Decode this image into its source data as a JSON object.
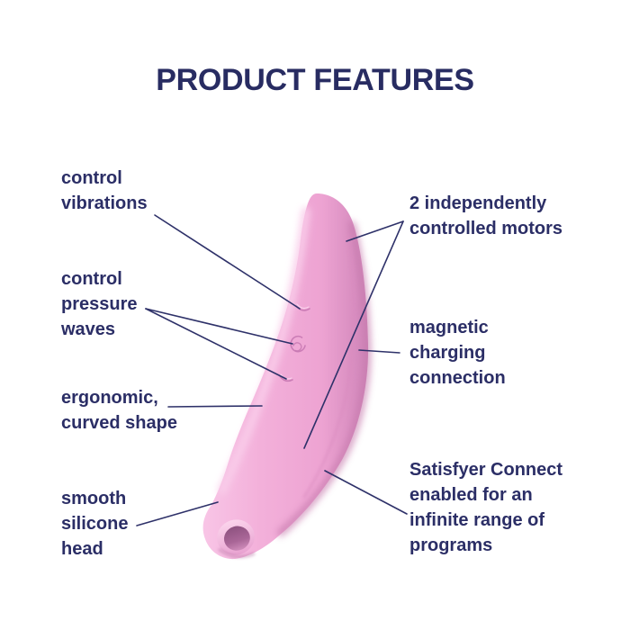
{
  "title": "PRODUCT FEATURES",
  "colors": {
    "text_navy": "#2b2e66",
    "title_navy": "#282c62",
    "background": "#ffffff",
    "connector_line": "#2e3169",
    "device_pink_main": "#f2abd7",
    "device_pink_light": "#f8c5e6",
    "device_pink_edge": "#cf84b8",
    "device_hole_dark": "#8e5280"
  },
  "features": {
    "left": [
      {
        "id": "control-vibrations",
        "text": "control\nvibrations"
      },
      {
        "id": "control-pressure-waves",
        "text": "control\npressure\nwaves"
      },
      {
        "id": "ergonomic-curved-shape",
        "text": "ergonomic,\ncurved shape"
      },
      {
        "id": "smooth-silicone-head",
        "text": "smooth\nsilicone\nhead"
      }
    ],
    "right": [
      {
        "id": "two-motors",
        "text": "2 independently\ncontrolled motors"
      },
      {
        "id": "magnetic-charging",
        "text": "magnetic\ncharging\nconnection"
      },
      {
        "id": "satisfyer-connect",
        "text": "Satisfyer Connect\nenabled for an\ninfinite range of\nprograms"
      }
    ]
  }
}
